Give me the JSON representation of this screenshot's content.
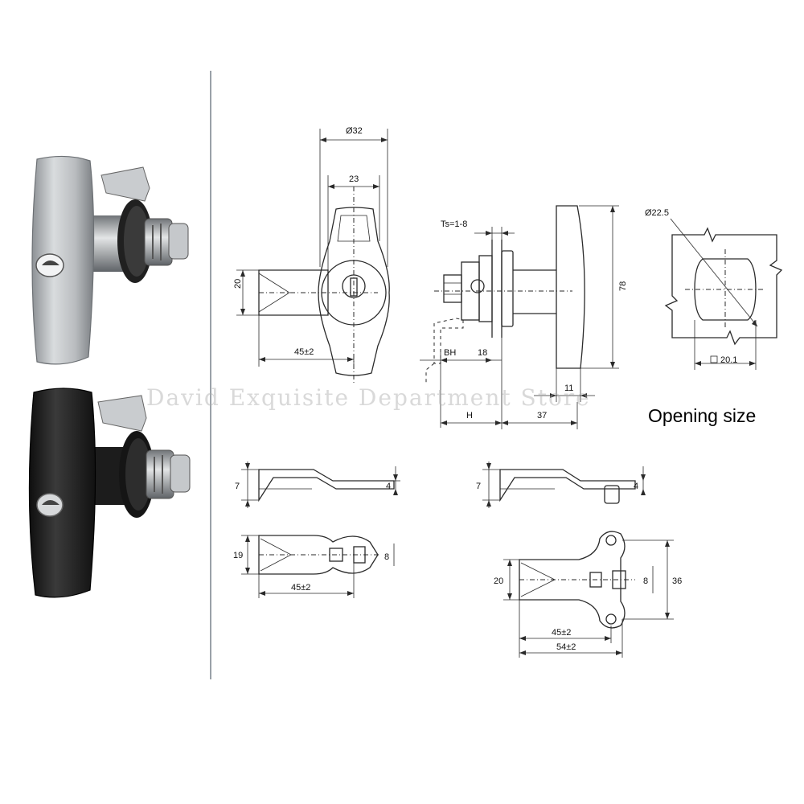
{
  "caption": "Opening size",
  "watermark": "David Exquisite Department Store",
  "colors": {
    "silver_finish": "#b9bcbf",
    "black_finish": "#1f1f1f",
    "line": "#2a2a2a",
    "divider": "#9aa1a8"
  },
  "dimensions": {
    "handle_dia": "Ø32",
    "handle_width": "23",
    "cam_height_front": "20",
    "cam_length_front": "45±2",
    "panel_thickness": "Ts=1-8",
    "bh_label": "BH",
    "side_18": "18",
    "h_label": "H",
    "side_37": "37",
    "side_11": "11",
    "handle_height": "78",
    "cutout_dia": "Ø22.5",
    "cutout_square": "20.1",
    "cam1_side_7": "7",
    "cam1_side_4": "4",
    "cam1_height": "19",
    "cam1_square": "8",
    "cam1_length": "45±2",
    "cam2_side_7": "7",
    "cam2_side_4": "4",
    "cam2_height": "20",
    "cam2_square": "8",
    "cam2_width": "36",
    "cam2_length_1": "45±2",
    "cam2_length_2": "54±2"
  }
}
